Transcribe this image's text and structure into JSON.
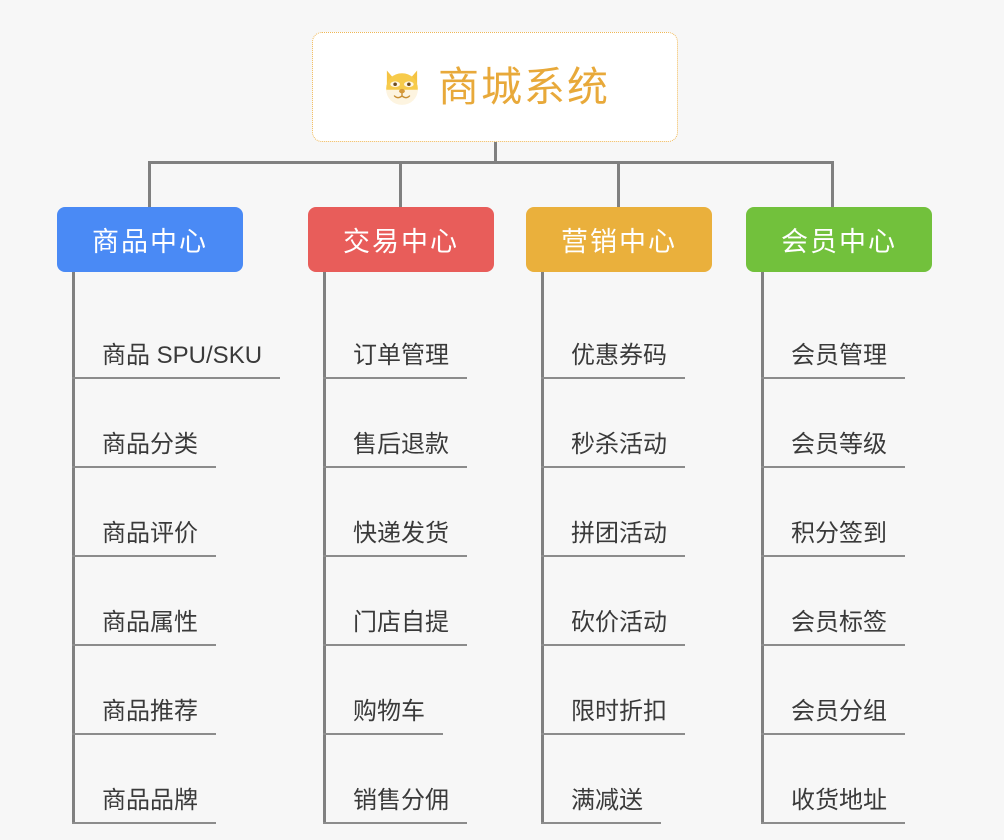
{
  "background_color": "#f7f7f7",
  "root": {
    "icon": "dog-face-emoji",
    "title": "商城系统",
    "title_color": "#e8a93a",
    "border_color": "#efb755",
    "fill_color": "#ffffff"
  },
  "connector_color": "#808080",
  "branches": [
    {
      "label": "商品中心",
      "color": "#4a8af5",
      "items": [
        "商品 SPU/SKU",
        "商品分类",
        "商品评价",
        "商品属性",
        "商品推荐",
        "商品品牌"
      ]
    },
    {
      "label": "交易中心",
      "color": "#e85d5a",
      "items": [
        "订单管理",
        "售后退款",
        "快递发货",
        "门店自提",
        "购物车",
        "销售分佣"
      ]
    },
    {
      "label": "营销中心",
      "color": "#eab03c",
      "items": [
        "优惠券码",
        "秒杀活动",
        "拼团活动",
        "砍价活动",
        "限时折扣",
        "满减送"
      ]
    },
    {
      "label": "会员中心",
      "color": "#72c13c",
      "items": [
        "会员管理",
        "会员等级",
        "积分签到",
        "会员标签",
        "会员分组",
        "收货地址"
      ]
    }
  ]
}
